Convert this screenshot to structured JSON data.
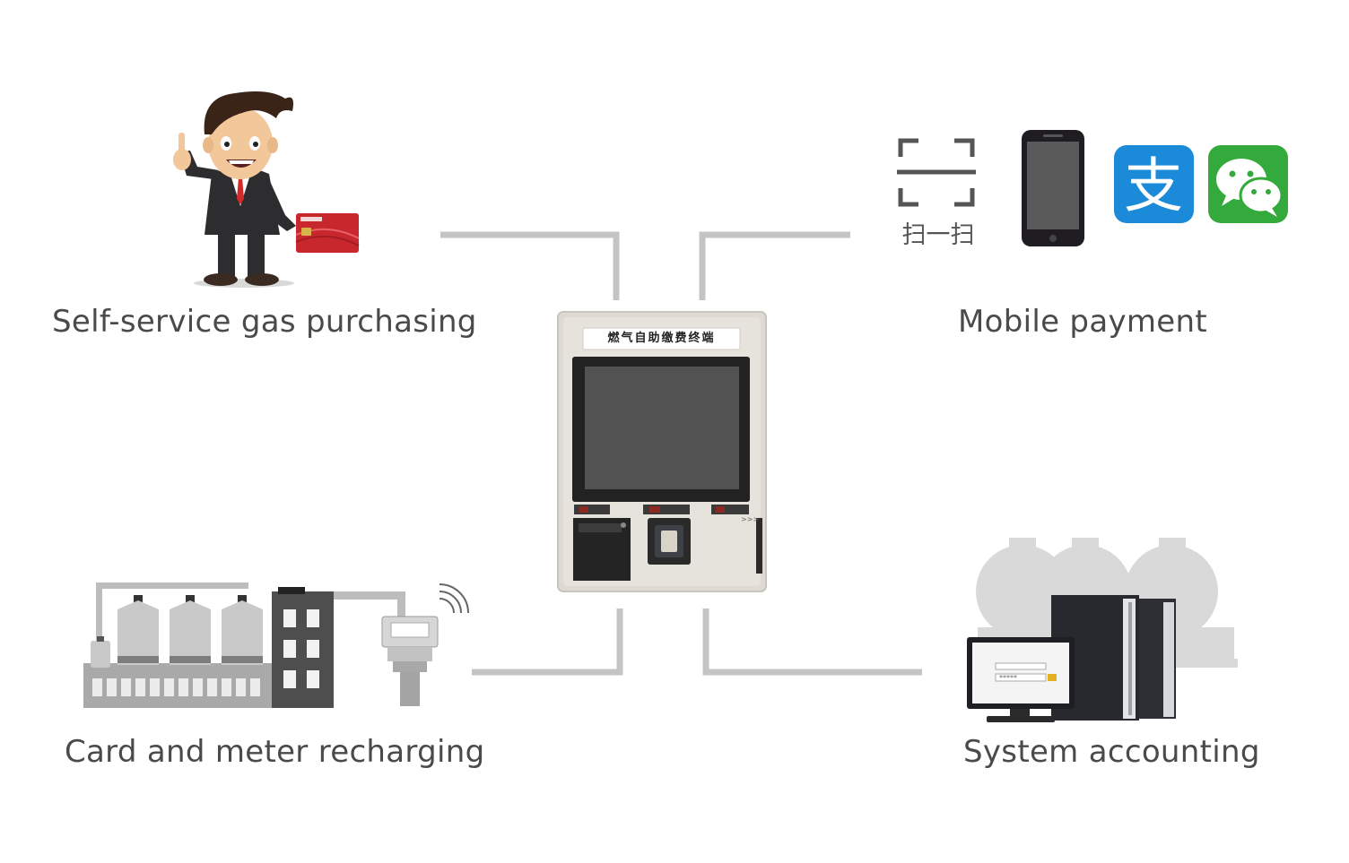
{
  "labels": {
    "self_service": "Self-service gas purchasing",
    "mobile_payment": "Mobile payment",
    "card_meter": "Card and meter recharging",
    "system_accounting": "System accounting"
  },
  "kiosk": {
    "title": "燃气自助缴费终端"
  },
  "payment": {
    "scan_text": "扫一扫"
  },
  "colors": {
    "connector": "#c4c4c4",
    "kiosk_body": "#e2ded8",
    "alipay": "#1b8ad8",
    "wechat": "#34aa3c",
    "text": "#4a4a4a"
  }
}
